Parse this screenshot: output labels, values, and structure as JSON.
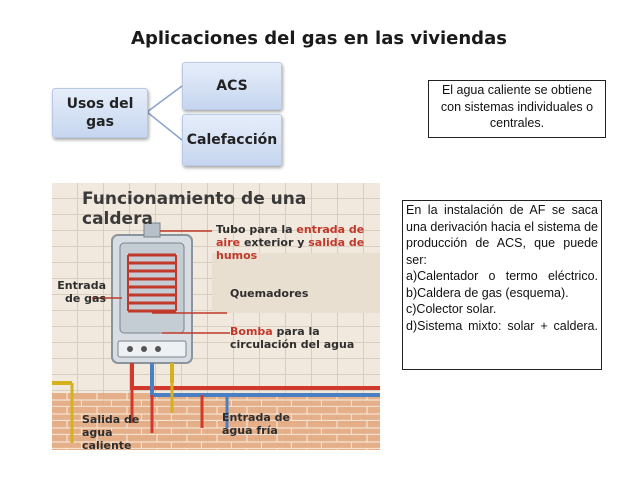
{
  "title": "Aplicaciones del gas en las viviendas",
  "diagram": {
    "root": "Usos del gas",
    "branches": [
      "ACS",
      "Calefacción"
    ]
  },
  "note1": "El agua caliente se obtiene con sistemas individuales o centrales.",
  "note2": {
    "intro": "En la instalación de AF se saca una derivación hacia el sistema de producción de ACS, que puede ser:",
    "items": [
      "a)Calentador o termo eléctrico.",
      "b)Caldera de gas (esquema).",
      "c)Colector solar.",
      "d)Sistema mixto: solar + caldera."
    ]
  },
  "figure": {
    "heading": "Funcionamiento de una caldera",
    "labels": {
      "tubo_prefix": "Tubo para la ",
      "tubo_hl1": "entrada de aire",
      "tubo_mid": "exterior y ",
      "tubo_hl2": "salida de humos",
      "quemadores": "Quemadores",
      "bomba": "Bomba",
      "bomba_rest": " para la circulación del agua",
      "entrada_gas": "Entrada de gas",
      "salida_agua": "Salida de agua caliente",
      "entrada_agua": "Entrada de agua fría"
    }
  }
}
